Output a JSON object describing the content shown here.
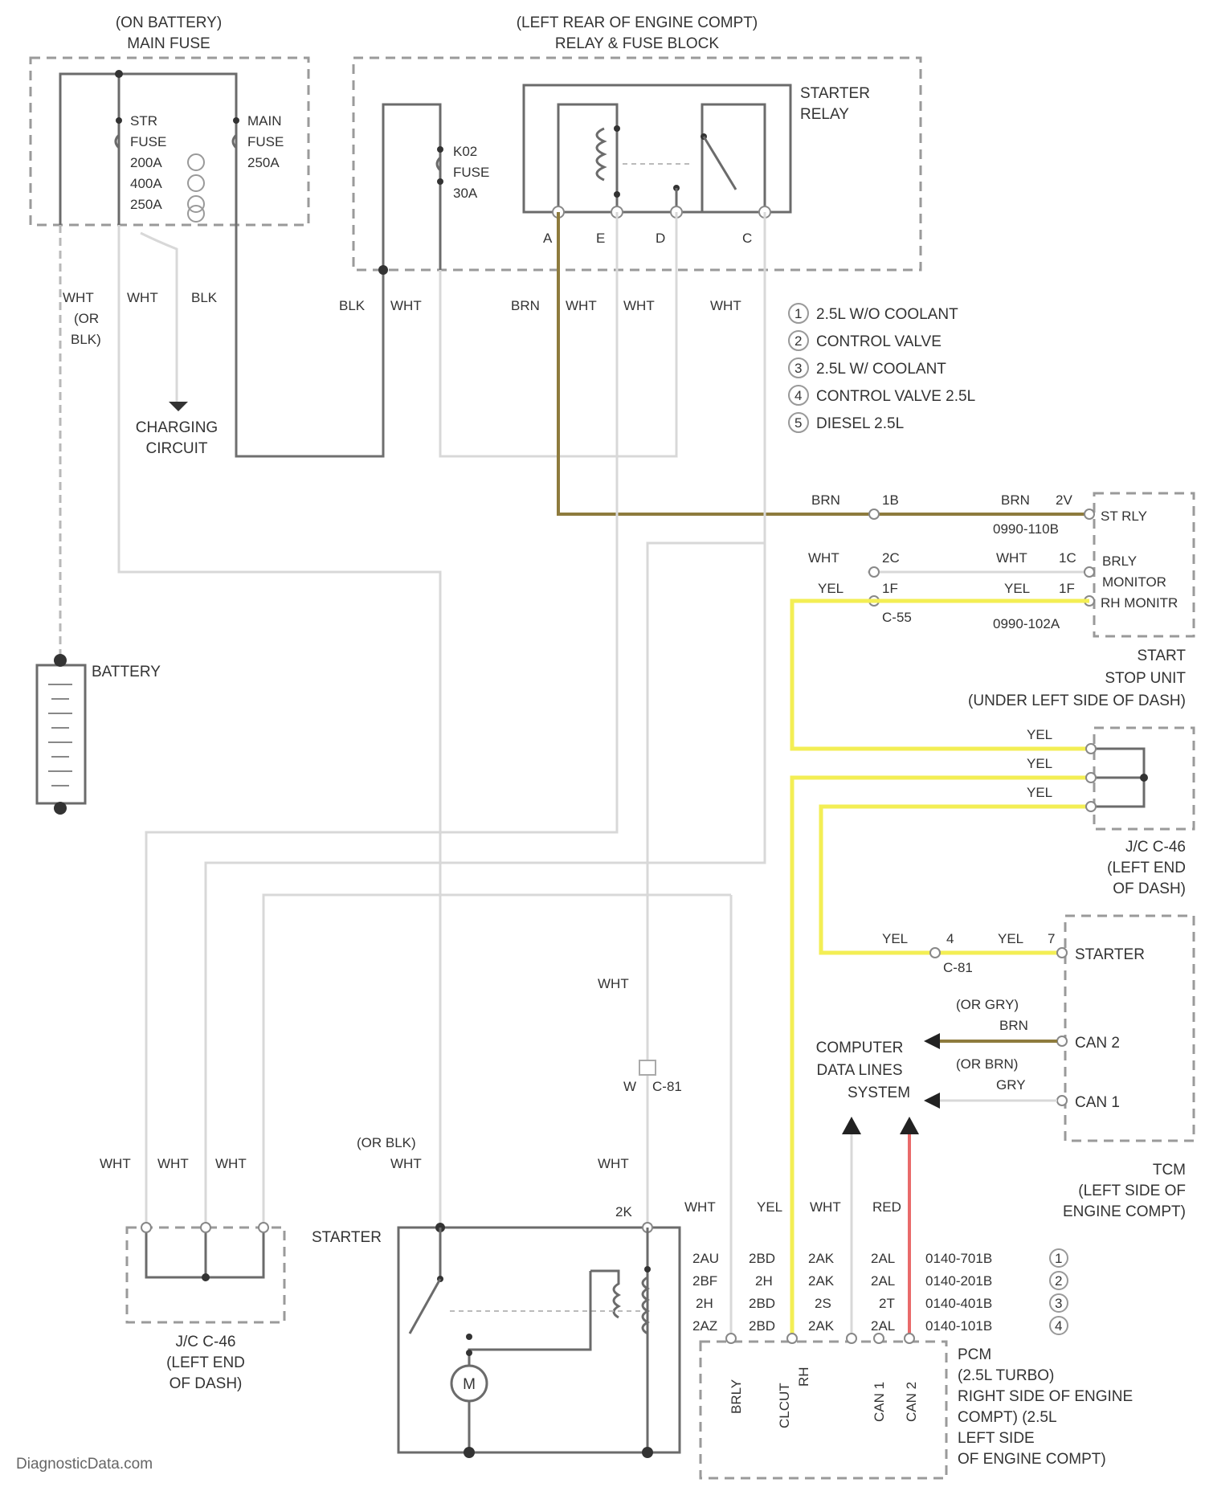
{
  "main_fuse": {
    "title1": "(ON BATTERY)",
    "title2": "MAIN FUSE",
    "str_label": "STR",
    "fuse_word": "FUSE",
    "main_label": "MAIN",
    "ratings": [
      "200A",
      "400A",
      "250A"
    ],
    "main_rating": "250A"
  },
  "relay_block": {
    "title1": "(LEFT REAR OF ENGINE COMPT)",
    "title2": "RELAY & FUSE BLOCK",
    "fuse_num": "K02",
    "fuse_word": "FUSE",
    "fuse_rating": "30A",
    "relay1": "STARTER",
    "relay2": "RELAY",
    "pins": [
      "A",
      "E",
      "D",
      "C"
    ]
  },
  "legend": [
    {
      "num": "1",
      "text": "2.5L W/O COOLANT"
    },
    {
      "num": "2",
      "text": "CONTROL VALVE"
    },
    {
      "num": "3",
      "text": "2.5L W/ COOLANT"
    },
    {
      "num": "4",
      "text": "CONTROL VALVE 2.5L"
    },
    {
      "num": "5",
      "text": "DIESEL 2.5L"
    }
  ],
  "wires_top": {
    "w1": "WHT",
    "w1b": "(OR",
    "w1c": "BLK)",
    "w2": "WHT",
    "w3": "BLK",
    "w4": "BLK",
    "w5": "WHT",
    "w6": "BRN",
    "w7": "WHT",
    "w8": "WHT",
    "w9": "WHT"
  },
  "charging": {
    "line1": "CHARGING",
    "line2": "CIRCUIT"
  },
  "battery": "BATTERY",
  "ss_unit": {
    "brn_left": "BRN",
    "pin_left1": "1B",
    "brn_right": "BRN",
    "pin_right1": "2V",
    "st_rly": "ST RLY",
    "conn1": "0990-110B",
    "wht_left": "WHT",
    "pin_left2": "2C",
    "wht_right": "WHT",
    "pin_right2": "1C",
    "brly": "BRLY",
    "yel_left": "YEL",
    "pin_left3": "1F",
    "yel_right": "YEL",
    "pin_right3": "1F",
    "monitor": "MONITOR",
    "rh_monitor": "RH MONITR",
    "conn_c": "C-55",
    "conn2": "0990-102A",
    "title1": "START",
    "title2": "STOP UNIT",
    "title3": "(UNDER LEFT SIDE OF DASH)"
  },
  "jc_c46_right": {
    "yel": [
      "YEL",
      "YEL",
      "YEL"
    ],
    "line1": "J/C C-46",
    "line2": "(LEFT END",
    "line3": "OF DASH)"
  },
  "tcm": {
    "yel_left": "YEL",
    "pin_a": "4",
    "yel_right": "YEL",
    "pin_b": "7",
    "conn": "C-81",
    "starter": "STARTER",
    "or_gry": "(OR GRY)",
    "brn": "BRN",
    "can2": "CAN 2",
    "or_brn": "(OR BRN)",
    "gry": "GRY",
    "can1": "CAN 1",
    "title1": "TCM",
    "title2": "(LEFT SIDE OF",
    "title3": "ENGINE COMPT)"
  },
  "cdls": {
    "line1": "COMPUTER",
    "line2": "DATA LINES",
    "line3": "SYSTEM"
  },
  "lower_wires": {
    "wht_mid": "WHT",
    "pin_w": "W",
    "conn_c81": "C-81",
    "or_blk": "(OR BLK)",
    "wht_or": "WHT",
    "wht_lower": "WHT",
    "wht1": "WHT",
    "wht2": "WHT",
    "wht3": "WHT",
    "pin_2k": "2K"
  },
  "starter_label": "STARTER",
  "motor": "M",
  "jc_c46_left": {
    "line1": "J/C C-46",
    "line2": "(LEFT END",
    "line3": "OF DASH)"
  },
  "pcm_table": {
    "headers": [
      "WHT",
      "YEL",
      "WHT",
      "RED"
    ],
    "rows": [
      [
        "2AU",
        "2BD",
        "2AK",
        "2AL",
        "0140-701B",
        "1"
      ],
      [
        "2BF",
        "2H",
        "2AK",
        "2AL",
        "0140-201B",
        "2"
      ],
      [
        "2H",
        "2BD",
        "2S",
        "2T",
        "0140-401B",
        "3"
      ],
      [
        "2AZ",
        "2BD",
        "2AK",
        "2AL",
        "0140-101B",
        "4"
      ]
    ]
  },
  "pcm": {
    "pins": [
      "BRLY",
      "CLCUT",
      "RH",
      "CAN 1",
      "CAN 2"
    ],
    "title1": "PCM",
    "title2": "(2.5L TURBO)",
    "title3": "RIGHT SIDE OF ENGINE",
    "title4": "COMPT) (2.5L",
    "title5": "LEFT SIDE",
    "title6": "OF ENGINE COMPT)"
  },
  "watermark": "DiagnosticData.com",
  "colors": {
    "wire_yellow": "#f3ee54",
    "wire_brown": "#8e7b3d",
    "wire_red": "#e96a6a",
    "wire_white": "#d8d8d8",
    "wire_black": "#6f6f6f"
  }
}
